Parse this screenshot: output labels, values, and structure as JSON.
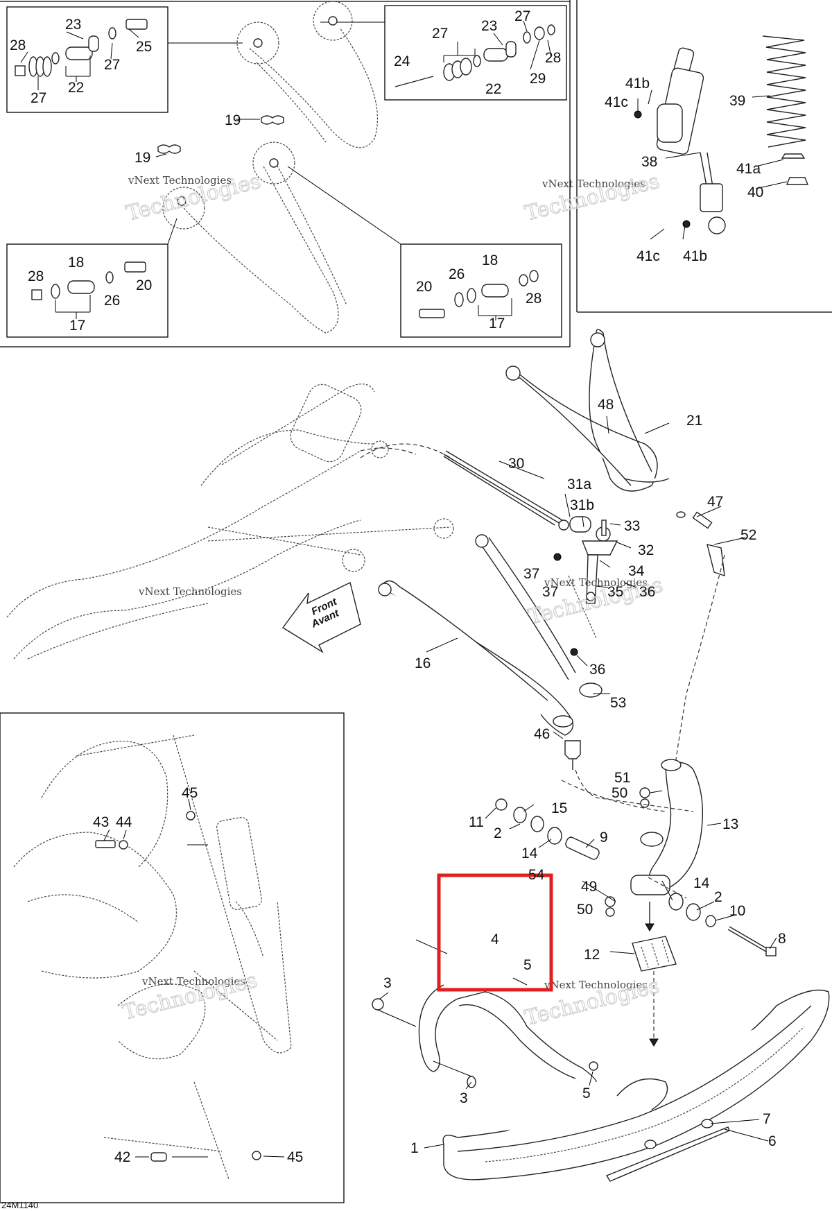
{
  "figure_code": "24M1140",
  "watermark": {
    "line1": "vNext Technologies",
    "line2": "Technologies"
  },
  "direction_arrow": {
    "line1": "Front",
    "line2": "Avant"
  },
  "highlight_color": "#e02020",
  "callouts": {
    "c1": "1",
    "c2a": "2",
    "c2b": "2",
    "c3a": "3",
    "c3b": "3",
    "c4": "4",
    "c5a": "5",
    "c5b": "5",
    "c6": "6",
    "c7": "7",
    "c8": "8",
    "c9": "9",
    "c10": "10",
    "c11": "11",
    "c12": "12",
    "c13": "13",
    "c14a": "14",
    "c14b": "14",
    "c15": "15",
    "c16": "16",
    "c17a": "17",
    "c17b": "17",
    "c18a": "18",
    "c18b": "18",
    "c19a": "19",
    "c19b": "19",
    "c20a": "20",
    "c20b": "20",
    "c21": "21",
    "c22a": "22",
    "c22b": "22",
    "c23a": "23",
    "c23b": "23",
    "c24": "24",
    "c25": "25",
    "c26a": "26",
    "c26b": "26",
    "c27a": "27",
    "c27b": "27",
    "c27c": "27",
    "c27d": "27",
    "c28a": "28",
    "c28b": "28",
    "c28c": "28",
    "c28d": "28",
    "c29": "29",
    "c30": "30",
    "c31a": "31a",
    "c31b": "31b",
    "c32": "32",
    "c33": "33",
    "c34": "34",
    "c35": "35",
    "c36a": "36",
    "c36b": "36",
    "c37a": "37",
    "c37b": "37",
    "c38": "38",
    "c39": "39",
    "c40": "40",
    "c41a": "41a",
    "c41b1": "41b",
    "c41b2": "41b",
    "c41c1": "41c",
    "c41c2": "41c",
    "c42": "42",
    "c43": "43",
    "c44": "44",
    "c45a": "45",
    "c45b": "45",
    "c46": "46",
    "c47": "47",
    "c48": "48",
    "c49": "49",
    "c50a": "50",
    "c50b": "50",
    "c51": "51",
    "c52": "52",
    "c53": "53",
    "c54": "54"
  }
}
